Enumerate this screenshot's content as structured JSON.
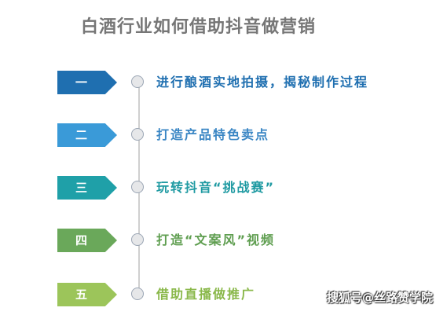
{
  "title": "白酒行业如何借助抖音做营销",
  "steps": [
    {
      "number": "一",
      "text": "进行酿酒实地拍摄，揭秘制作过程",
      "color": "#1f6fb0",
      "text_color": "#1f6fb0"
    },
    {
      "number": "二",
      "text": "打造产品特色卖点",
      "color": "#3a9ad8",
      "text_color": "#3a86c4"
    },
    {
      "number": "三",
      "text": "玩转抖音“挑战赛”",
      "color": "#1fa0a8",
      "text_color": "#1f9aa2"
    },
    {
      "number": "四",
      "text": "打造“文案风”视频",
      "color": "#6aa85a",
      "text_color": "#5f9e50"
    },
    {
      "number": "五",
      "text": "借助直播做推广",
      "color": "#9cc55a",
      "text_color": "#8ab84a"
    }
  ],
  "watermark": "搜狐号@丝路赞学院"
}
